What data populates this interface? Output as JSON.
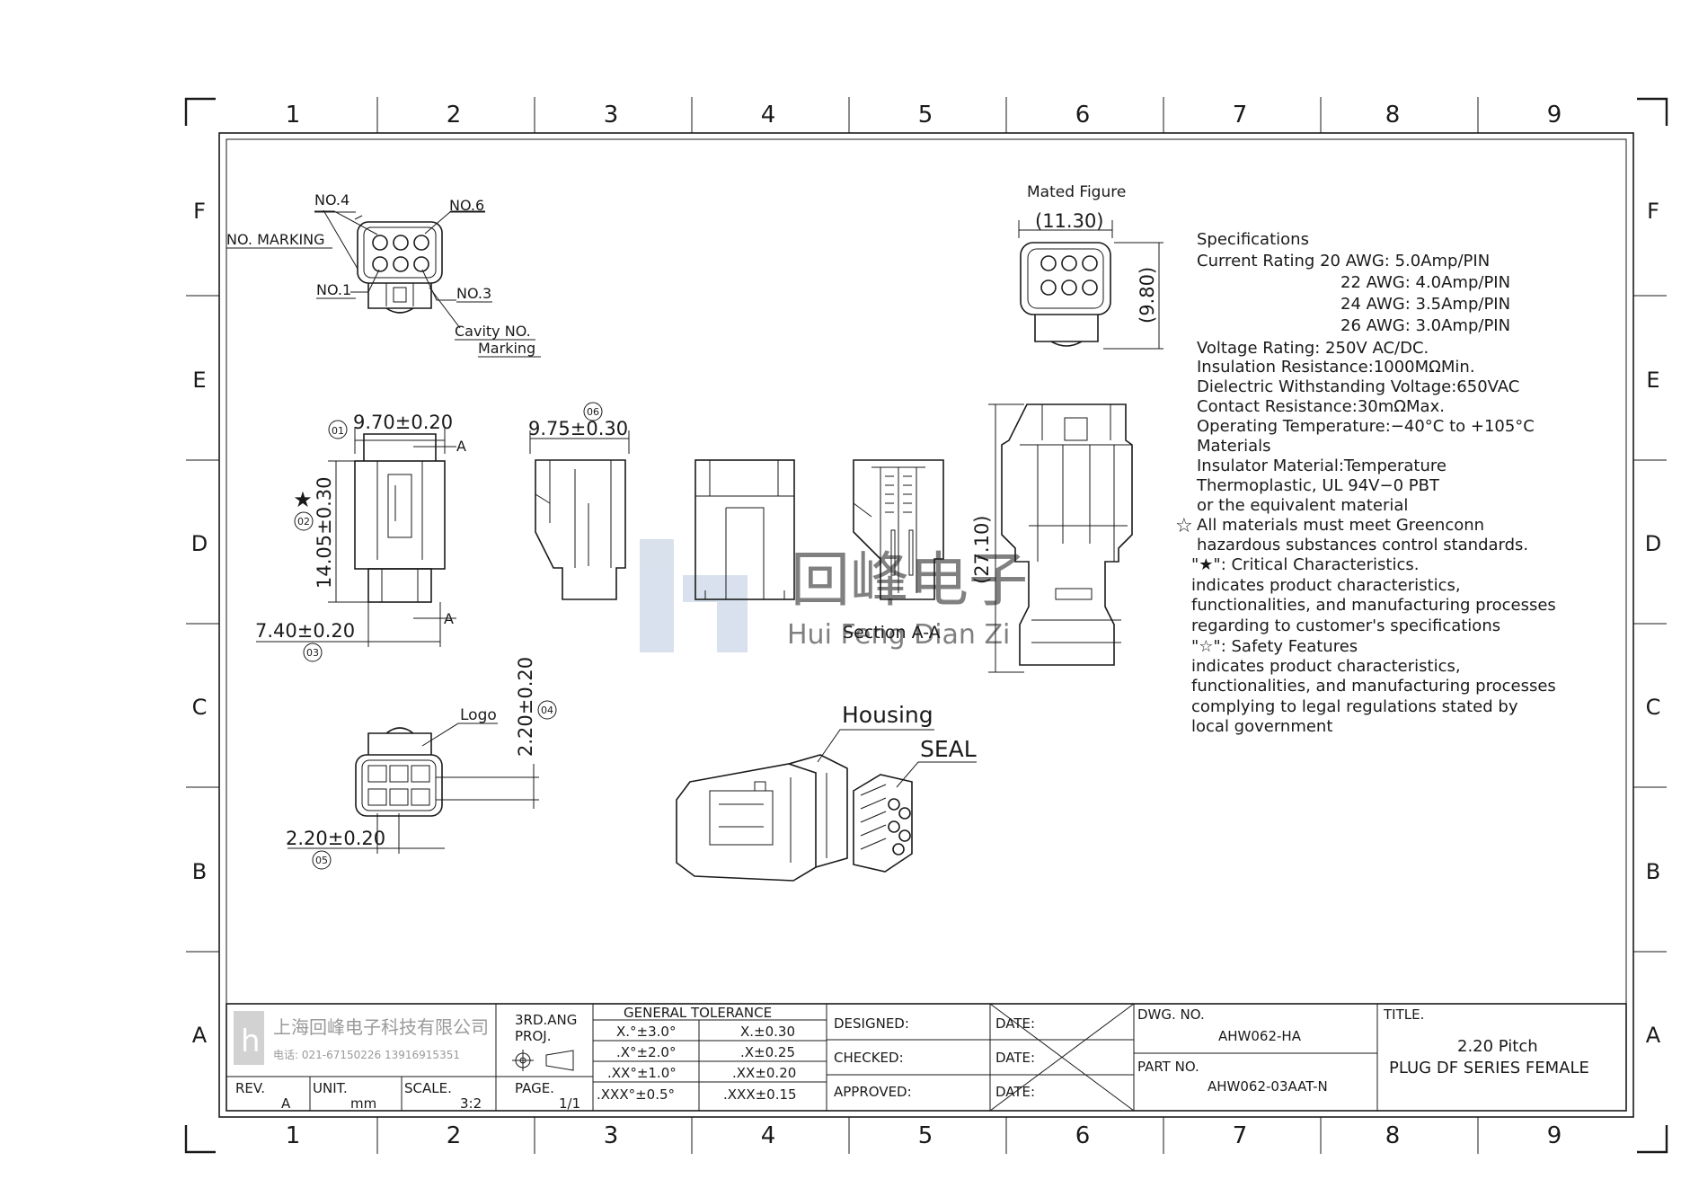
{
  "sheet": {
    "col_labels": [
      "1",
      "2",
      "3",
      "4",
      "5",
      "6",
      "7",
      "8",
      "9"
    ],
    "row_labels": [
      "F",
      "E",
      "D",
      "C",
      "B",
      "A"
    ]
  },
  "callouts": {
    "no4": "NO.4",
    "no6": "NO.6",
    "no_marking": "NO. MARKING",
    "no1": "NO.1",
    "no3": "NO.3",
    "cavity_no": "Cavity NO.",
    "marking": "Marking",
    "logo": "Logo",
    "housing": "Housing",
    "seal": "SEAL",
    "section_aa": "Section A-A",
    "section_mark_top": "A",
    "section_mark_bottom": "A"
  },
  "dimensions": {
    "d01": {
      "bubble": "01",
      "value": "9.70±0.20"
    },
    "d02": {
      "bubble": "02",
      "value": "14.05±0.30"
    },
    "d03": {
      "bubble": "03",
      "value": "7.40±0.20"
    },
    "d04": {
      "bubble": "04",
      "value": "2.20±0.20"
    },
    "d05": {
      "bubble": "05",
      "value": "2.20±0.20"
    },
    "d06": {
      "bubble": "06",
      "value": "9.75±0.30"
    },
    "mated_width": "(11.30)",
    "mated_height": "(9.80)",
    "mated_length": "(27.10)"
  },
  "mated_figure_title": "Mated Figure",
  "watermark": {
    "cn": "回峰电子",
    "pinyin": "Hui Feng Dian Zi"
  },
  "specs": [
    "Specifications",
    "Current  Rating  20  AWG:  5.0Amp/PIN",
    "22  AWG:  4.0Amp/PIN",
    "24  AWG:  3.5Amp/PIN",
    "26  AWG:  3.0Amp/PIN",
    "Voltage  Rating:  250V  AC/DC.",
    "Insulation  Resistance:1000MΩMin.",
    "Dielectric  Withstanding  Voltage:650VAC",
    "Contact  Resistance:30mΩMax.",
    "Operating  Temperature:−40°C  to  +105°C",
    "Materials",
    "Insulator  Material:Temperature",
    "Thermoplastic,  UL  94V−0  PBT",
    "or  the  equivalent  material",
    "All  materials  must  meet  Greenconn",
    "hazardous  substances  control  standards.",
    "\"★\":  Critical  Characteristics.",
    "indicates  product  characteristics,",
    "functionalities,  and  manufacturing  processes",
    "regarding  to  customer's  specifications",
    "\"☆\":  Safety  Features",
    "indicates  product  characteristics,",
    "functionalities,  and  manufacturing  processes",
    "complying  to  legal  regulations  stated  by",
    "local  government"
  ],
  "title_block": {
    "company": "上海回峰电子科技有限公司",
    "phone": "电话: 021-67150226  13916915351",
    "rev_label": "REV.",
    "rev_value": "A",
    "unit_label": "UNIT.",
    "unit_value": "mm",
    "scale_label": "SCALE.",
    "scale_value": "3:2",
    "projection_line1": "3RD.ANG",
    "projection_line2": "PROJ.",
    "page_label": "PAGE.",
    "page_value": "1/1",
    "tolerance_title": "GENERAL  TOLERANCE",
    "tolerances": [
      {
        "angle": "X.°±3.0°",
        "linear": "X.±0.30"
      },
      {
        "angle": ".X°±2.0°",
        "linear": ".X±0.25"
      },
      {
        "angle": ".XX°±1.0°",
        "linear": ".XX±0.20"
      },
      {
        "angle": ".XXX°±0.5°",
        "linear": ".XXX±0.15"
      }
    ],
    "designed": "DESIGNED:",
    "checked": "CHECKED:",
    "approved": "APPROVED:",
    "date": "DATE:",
    "dwg_no_label": "DWG.  NO.",
    "dwg_no_value": "AHW062-HA",
    "part_no_label": "PART  NO.",
    "part_no_value": "AHW062-03AAT-N",
    "title_label": "TITLE.",
    "title_line1": "2.20  Pitch",
    "title_line2": "PLUG  DF  SERIES  FEMALE"
  }
}
